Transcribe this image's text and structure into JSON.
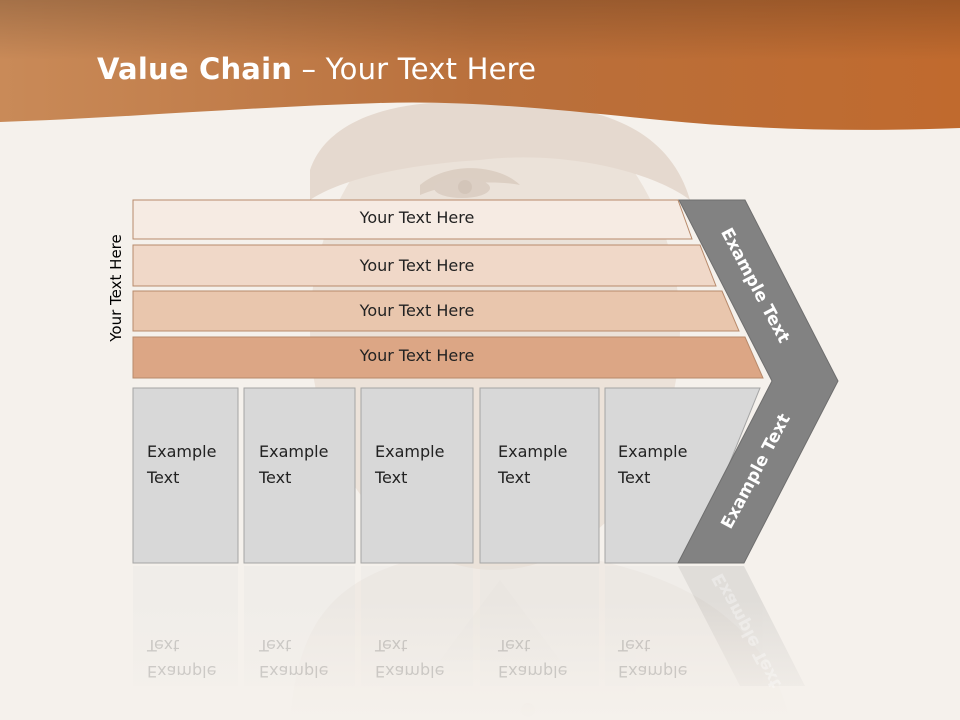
{
  "slide": {
    "title_bold": "Value Chain",
    "title_rest": " – Your Text Here",
    "side_label": "Your Text Here",
    "bands": [
      "Your Text Here",
      "Your Text Here",
      "Your Text Here",
      "Your Text Here"
    ],
    "columns": [
      {
        "line1": "Example",
        "line2": "Text"
      },
      {
        "line1": "Example",
        "line2": "Text"
      },
      {
        "line1": "Example",
        "line2": "Text"
      },
      {
        "line1": "Example",
        "line2": "Text"
      },
      {
        "line1": "Example",
        "line2": "Text"
      }
    ],
    "chevron_top_text": "Example Text",
    "chevron_bottom_text": "Example Text"
  },
  "colors": {
    "header_orange": "#c2743c",
    "band_1": "#f6ebe3",
    "band_2": "#f0d8c8",
    "band_3": "#e9c6ad",
    "band_4": "#dca685",
    "column_gray": "#d8d8d8",
    "chevron_gray": "#828282"
  }
}
